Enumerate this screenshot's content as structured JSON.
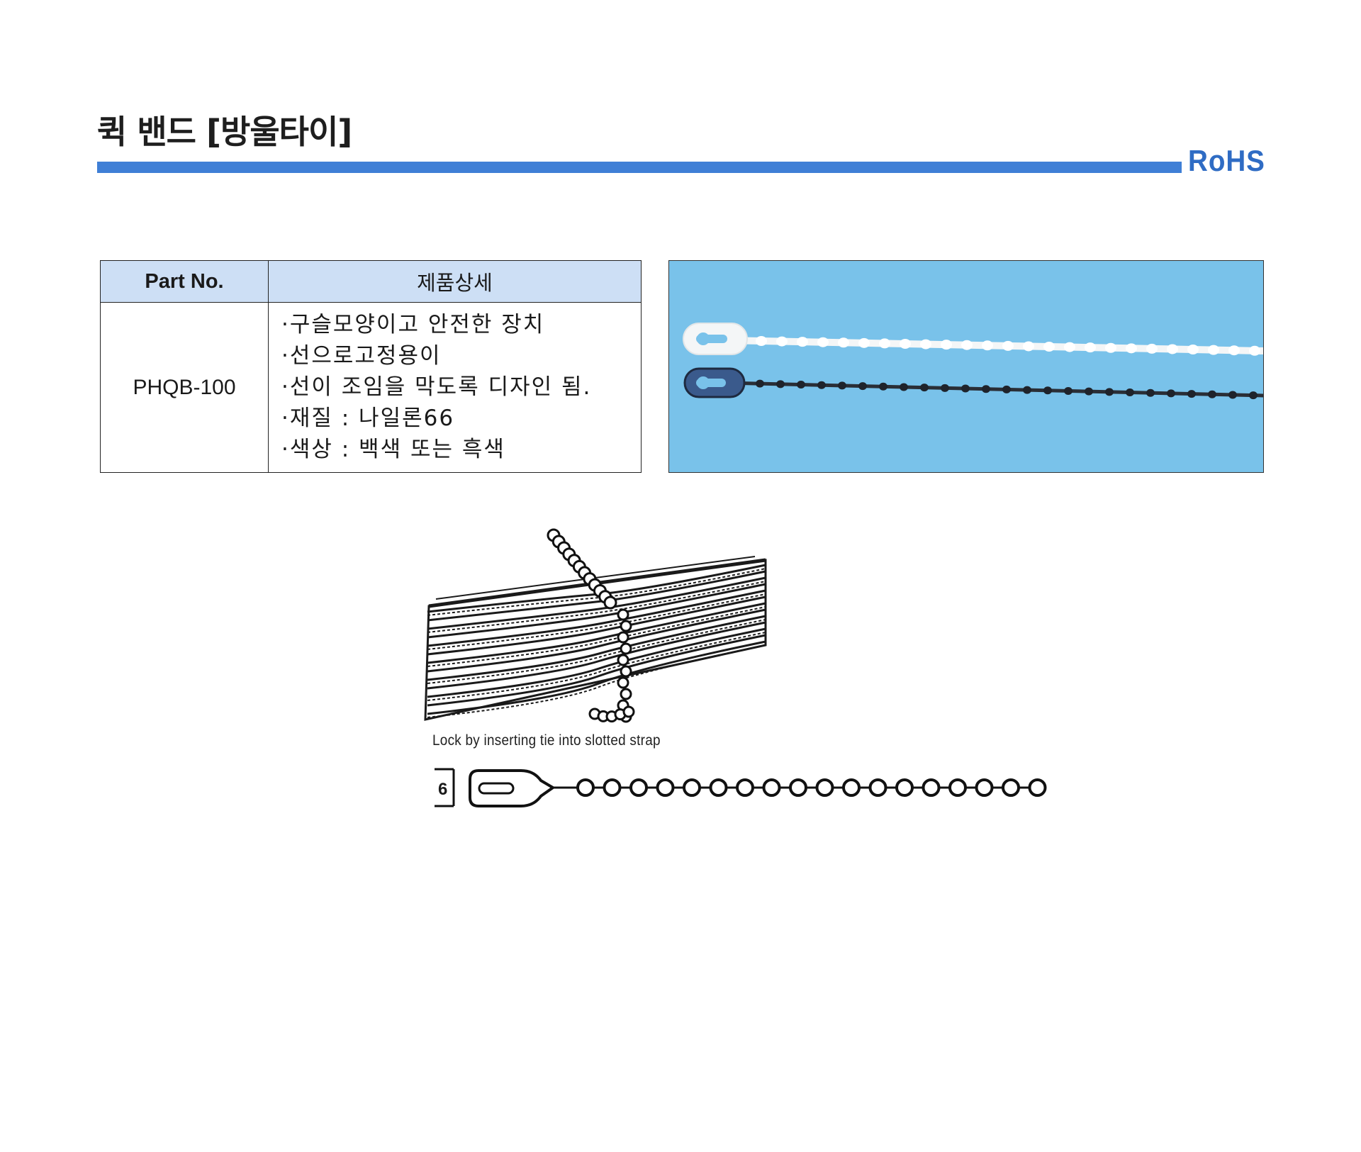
{
  "header": {
    "title": "퀵 밴드 [방울타이]",
    "badge": "RoHS",
    "accent_color": "#3f7fd6"
  },
  "spec_table": {
    "headers": [
      "Part No.",
      "제품상세"
    ],
    "rows": [
      {
        "part_no": "PHQB-100",
        "details": [
          "·구슬모양이고 안전한 장치",
          "·선으로고정용이",
          "·선이 조임을 막도록 디자인 됨.",
          "·재질 : 나일론66",
          "·색상 : 백색 또는 흑색"
        ]
      }
    ]
  },
  "photo": {
    "background_color": "#79c2ea",
    "items": [
      "white-bead-tie",
      "black-bead-tie"
    ]
  },
  "illustration": {
    "caption": "Lock by inserting tie into slotted strap",
    "dimension_label": "6",
    "bead_count": 18
  }
}
